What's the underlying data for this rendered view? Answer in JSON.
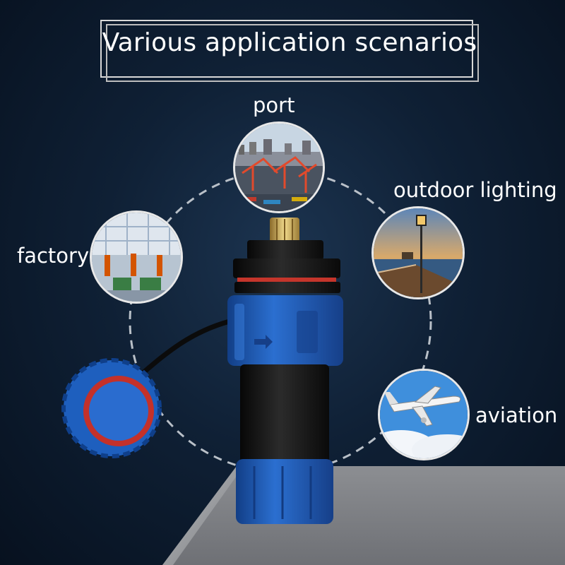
{
  "title": "Various application scenarios",
  "scenarios": {
    "port": "port",
    "outdoor_lighting": "outdoor lighting",
    "factory": "factory",
    "aviation": "aviation"
  },
  "colors": {
    "background": "#0f2035",
    "connector_blue": "#1f5fc0",
    "connector_black": "#151515",
    "seal_red": "#d23a2a"
  }
}
